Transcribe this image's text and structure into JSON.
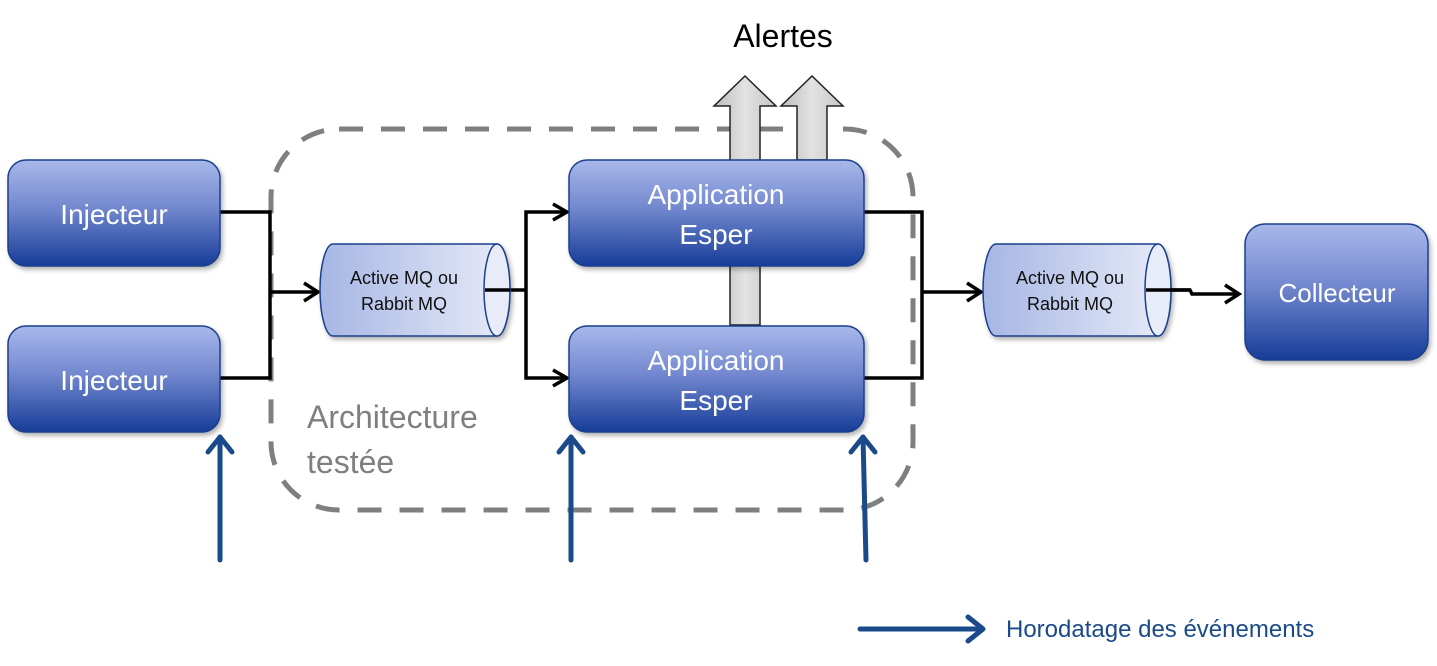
{
  "diagram": {
    "title": "Alertes",
    "group_label": [
      "Architecture",
      "testée"
    ],
    "nodes": {
      "injector_1": "Injecteur",
      "injector_2": "Injecteur",
      "queue_in": [
        "Active MQ ou",
        "Rabbit MQ"
      ],
      "esper_1": [
        "Application",
        "Esper"
      ],
      "esper_2": [
        "Application",
        "Esper"
      ],
      "queue_out": [
        "Active MQ ou",
        "Rabbit MQ"
      ],
      "collector": "Collecteur"
    },
    "legend": {
      "timestamp_label": "Horodatage des événements"
    },
    "colors": {
      "node_top": "#a3b4e6",
      "node_bottom": "#1a3f96",
      "node_border": "#1a3f8a",
      "queue_fill_left": "#a9b8e6",
      "queue_fill_right": "#e6eaf8",
      "dashed_group": "#7f7f7f",
      "alert_arrow": "#d0d0d0",
      "timestamp_arrow": "#1a4a8a"
    }
  }
}
